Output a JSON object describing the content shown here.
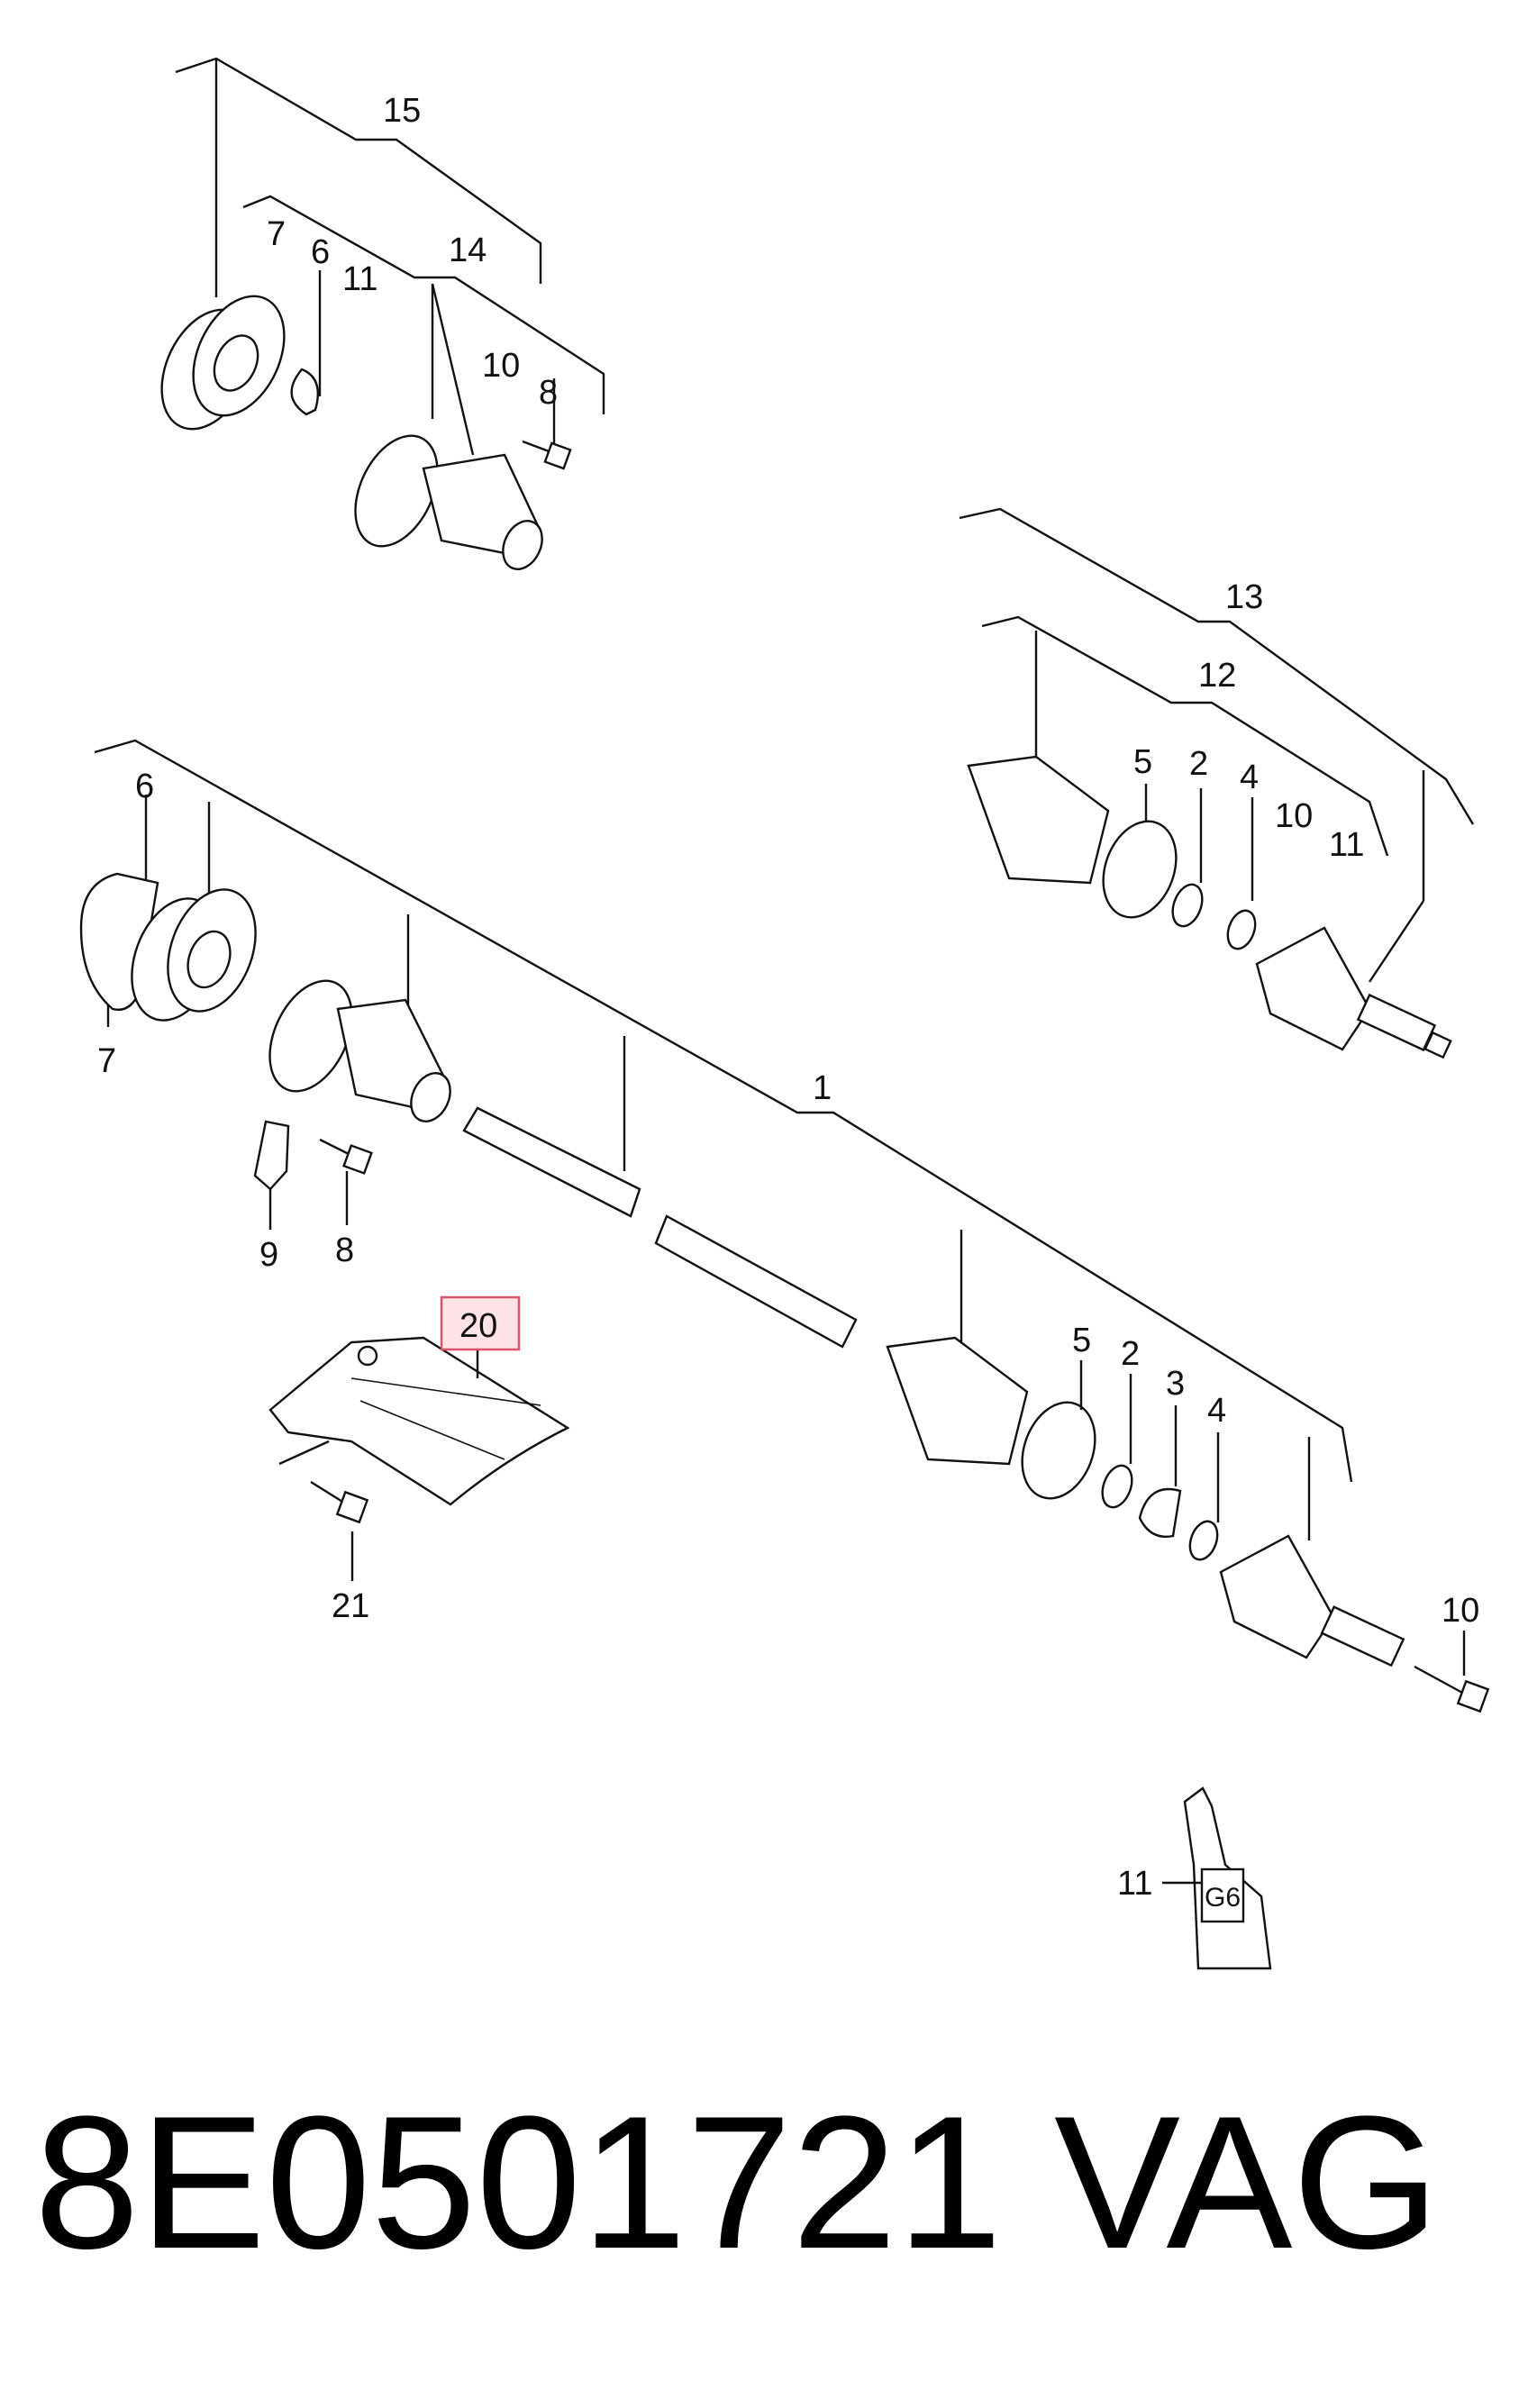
{
  "callouts": {
    "top": {
      "l15": "15",
      "l14": "14",
      "l7": "7",
      "l6": "6",
      "l11": "11",
      "l10": "10",
      "l8": "8"
    },
    "right": {
      "l13": "13",
      "l12": "12",
      "l5": "5",
      "l2": "2",
      "l4": "4",
      "l10": "10",
      "l11": "11"
    },
    "main": {
      "l1": "1",
      "l6": "6",
      "l7": "7",
      "l9": "9",
      "l8": "8",
      "l20": "20",
      "l21": "21",
      "l5": "5",
      "l2": "2",
      "l3": "3",
      "l4": "4",
      "l10": "10"
    },
    "grease": {
      "l11": "11",
      "tube_text": "G6"
    }
  },
  "highlight": {
    "part": "20",
    "fill": "#fde3e6",
    "stroke": "#d9546a"
  },
  "caption": {
    "part_number": "8E0501721",
    "brand": "VAG"
  }
}
